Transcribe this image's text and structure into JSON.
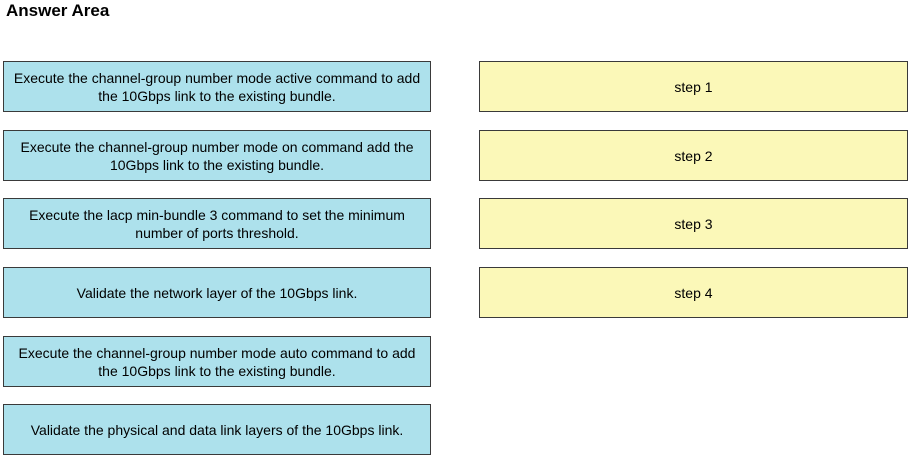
{
  "header": {
    "title": "Answer Area"
  },
  "options": [
    "Execute the channel-group number mode active command to add the 10Gbps link to the existing bundle.",
    "Execute the channel-group number mode on command add the 10Gbps link to the existing bundle.",
    "Execute the lacp min-bundle 3 command to set the minimum number of ports threshold.",
    "Validate the network layer of the 10Gbps link.",
    "Execute the channel-group number mode auto command to add the 10Gbps link to the existing bundle.",
    "Validate the physical and data link layers of the 10Gbps link."
  ],
  "targets": [
    "step 1",
    "step 2",
    "step 3",
    "step 4"
  ],
  "colors": {
    "option_bg": "#ade1ec",
    "target_bg": "#fbf8b8",
    "border": "#3a3a3a"
  }
}
